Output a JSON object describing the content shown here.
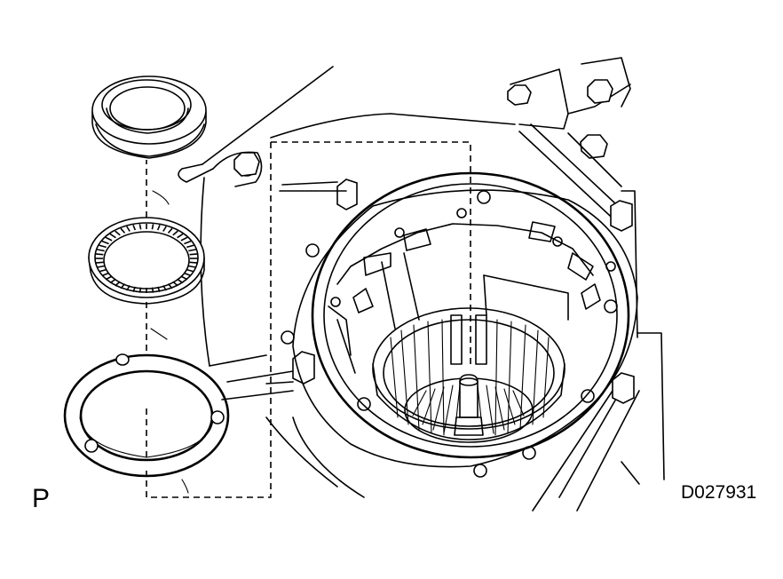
{
  "figure": {
    "view_label": "P",
    "figure_code": "D027931"
  },
  "colors": {
    "line": "#000000",
    "background": "#ffffff"
  },
  "parts": [
    {
      "name": "thrust-bearing-race-top",
      "shape": "ring-with-lip"
    },
    {
      "name": "thrust-needle-bearing",
      "shape": "caged-needle-ring"
    },
    {
      "name": "thrust-washer-with-tabs",
      "shape": "flat-ring-3-claws"
    },
    {
      "name": "transmission-case-housing",
      "shape": "bore-with-clutch-drum"
    }
  ]
}
